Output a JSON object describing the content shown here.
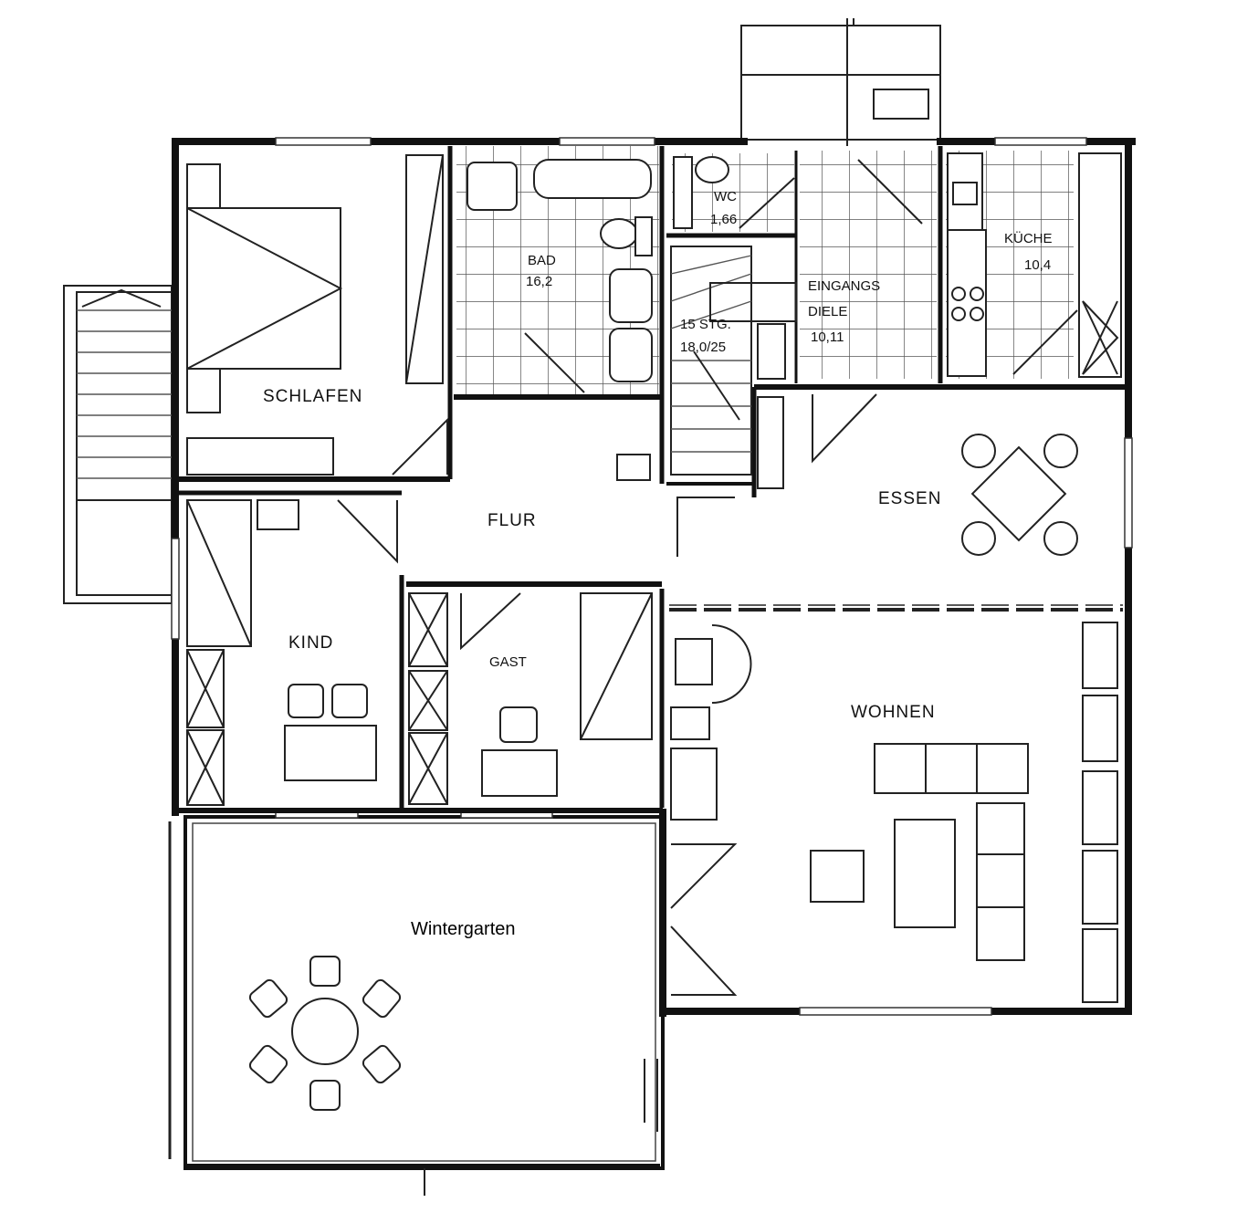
{
  "rooms": {
    "schlafen": "SCHLAFEN",
    "bad": "BAD",
    "bad_area": "16,2",
    "wc": "WC",
    "wc_area": "1,66",
    "stairs": "15 STG.",
    "stairs_dim": "18,0/25",
    "eingang": "EINGANGS",
    "diele": "DIELE",
    "diele_area": "10,11",
    "kueche": "KÜCHE",
    "kueche_area": "10,4",
    "flur": "FLUR",
    "essen": "ESSEN",
    "kind": "KIND",
    "gast": "GAST",
    "wohnen": "WOHNEN",
    "wintergarten": "Wintergarten"
  },
  "colors": {
    "ink": "#111111",
    "paper": "#ffffff"
  }
}
